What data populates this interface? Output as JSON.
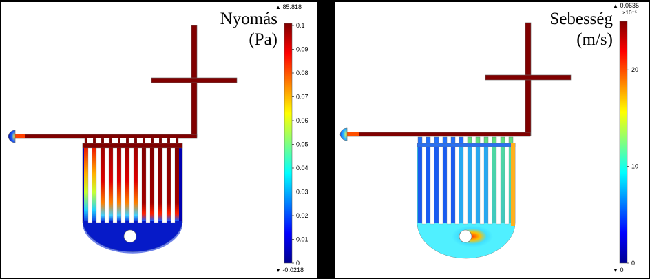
{
  "panels": [
    {
      "title_line1": "Nyomás",
      "title_line2": "(Pa)",
      "max_label": "85.818",
      "min_label": "-0.0218",
      "colorbar": {
        "ticks": [
          "0.1",
          "0.09",
          "0.08",
          "0.07",
          "0.06",
          "0.05",
          "0.04",
          "0.03",
          "0.02",
          "0.01",
          "0"
        ],
        "tick_values": [
          0.1,
          0.09,
          0.08,
          0.07,
          0.06,
          0.05,
          0.04,
          0.03,
          0.02,
          0.01,
          0
        ],
        "range": [
          0,
          0.1
        ]
      }
    },
    {
      "title_line1": "Sebesség",
      "title_line2": "(m/s)",
      "max_label": "0.0635",
      "multiplier": "×10⁻⁵",
      "min_label": "0",
      "colorbar": {
        "ticks": [
          "20",
          "10",
          "0"
        ],
        "tick_values": [
          20,
          10,
          0
        ],
        "range": [
          0,
          25
        ]
      }
    }
  ],
  "colors": {
    "deep_red": "#800000",
    "dark_blue": "#00008f"
  }
}
